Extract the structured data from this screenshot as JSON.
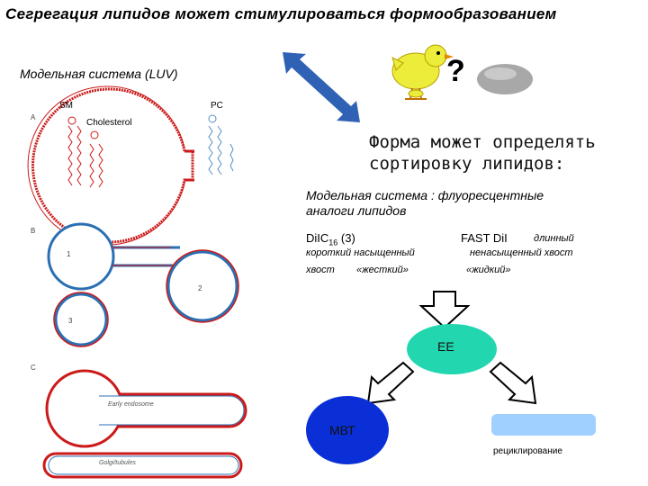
{
  "title": "Сегрегация липидов может стимулироваться формообразованием",
  "model_system_label": "Модельная система (LUV)",
  "question_mark": "?",
  "panel": {
    "letters": [
      "A",
      "B",
      "C"
    ],
    "sm_label": "SM",
    "pc_label": "PC",
    "cholesterol_label": "Cholesterol",
    "vesicle_numbers": [
      "1",
      "2",
      "3"
    ],
    "tube_labels": [
      "Early endosome",
      "Golgi/tubules"
    ]
  },
  "shape_sorting_text": [
    "Форма может определять",
    "сортировку липидов:"
  ],
  "model_fluor_text": [
    "Модельная система : флуоресцентные",
    "аналоги липидов"
  ],
  "dil_c16": {
    "main": "DiIC",
    "sub": "16",
    "rest": " (3)"
  },
  "fast_dil": "FAST DiI",
  "long_label": "длинный",
  "short_sat_tail": "короткий насыщенный",
  "tail_word": "хвост",
  "rigid": "«жесткий»",
  "unsat_tail": "ненасыщенный хвост",
  "liquid": "«жидкий»",
  "ee_label": "ЕЕ",
  "mbt_label": "МВТ",
  "recycling_label": "рециклирование",
  "colors": {
    "membrane_red": "#cc1a1a",
    "tube_blue": "#2b6fb3",
    "ee_green": "#22d7b0",
    "mbt_blue": "#0a2fd6",
    "recycling_blue": "#9fd0ff",
    "double_arrow_blue": "#2f62b5",
    "chick_yellow": "#ecec3a"
  }
}
